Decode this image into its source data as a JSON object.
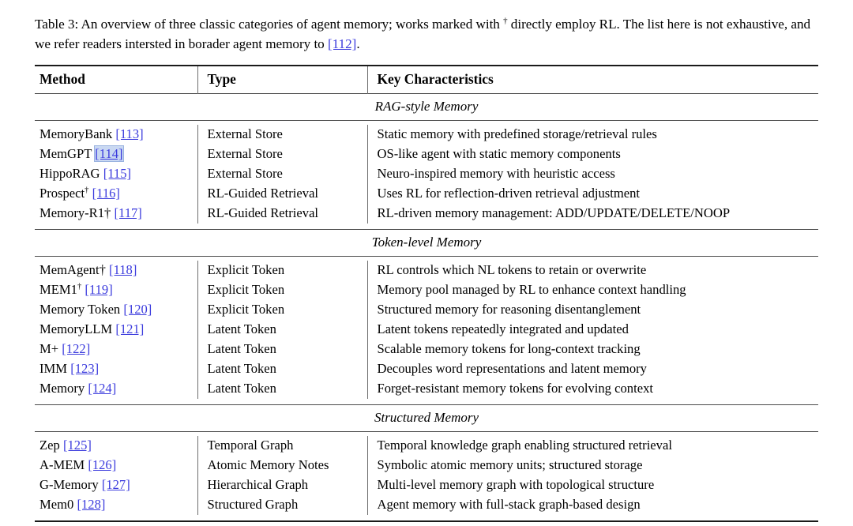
{
  "caption": {
    "line1_before": "Table 3: An overview of three classic categories of agent memory; works marked with ",
    "dagger": "†",
    "line1_after": " directly employ RL.",
    "line2_before": "The list here is not exhaustive, and we refer readers intersted in borader agent memory to ",
    "line2_cite": "[112]",
    "line2_after": "."
  },
  "table": {
    "columns": [
      "Method",
      "Type",
      "Key Characteristics"
    ],
    "sections": [
      {
        "label": "RAG-style Memory",
        "rows": [
          {
            "method_name": "MemoryBank",
            "dagger": "",
            "dagger_style": "none",
            "cite": "[113]",
            "cite_highlighted": false,
            "type": "External Store",
            "characteristics": "Static memory with predefined storage/retrieval rules"
          },
          {
            "method_name": "MemGPT",
            "dagger": "",
            "dagger_style": "none",
            "cite": "[114]",
            "cite_highlighted": true,
            "type": "External Store",
            "characteristics": "OS-like agent with static memory components"
          },
          {
            "method_name": "HippoRAG",
            "dagger": "",
            "dagger_style": "none",
            "cite": "[115]",
            "cite_highlighted": false,
            "type": "External Store",
            "characteristics": "Neuro-inspired memory with heuristic access"
          },
          {
            "method_name": "Prospect",
            "dagger": "†",
            "dagger_style": "super",
            "cite": "[116]",
            "cite_highlighted": false,
            "type": "RL-Guided Retrieval",
            "characteristics": "Uses RL for reflection-driven retrieval adjustment"
          },
          {
            "method_name": "Memory-R1",
            "dagger": "†",
            "dagger_style": "inline",
            "cite": "[117]",
            "cite_highlighted": false,
            "type": "RL-Guided Retrieval",
            "characteristics": "RL-driven memory management: ADD/UPDATE/DELETE/NOOP"
          }
        ]
      },
      {
        "label": "Token-level Memory",
        "rows": [
          {
            "method_name": "MemAgent",
            "dagger": "†",
            "dagger_style": "inline",
            "cite": "[118]",
            "cite_highlighted": false,
            "type": "Explicit Token",
            "characteristics": "RL controls which NL tokens to retain or overwrite"
          },
          {
            "method_name": "MEM1",
            "dagger": "†",
            "dagger_style": "super",
            "cite": "[119]",
            "cite_highlighted": false,
            "type": "Explicit Token",
            "characteristics": "Memory pool managed by RL to enhance context handling"
          },
          {
            "method_name": "Memory Token",
            "dagger": "",
            "dagger_style": "none",
            "cite": "[120]",
            "cite_highlighted": false,
            "type": "Explicit Token",
            "characteristics": "Structured memory for reasoning disentanglement"
          },
          {
            "method_name": "MemoryLLM",
            "dagger": "",
            "dagger_style": "none",
            "cite": "[121]",
            "cite_highlighted": false,
            "type": "Latent Token",
            "characteristics": "Latent tokens repeatedly integrated and updated"
          },
          {
            "method_name": "M+",
            "dagger": "",
            "dagger_style": "none",
            "cite": "[122]",
            "cite_highlighted": false,
            "type": "Latent Token",
            "characteristics": "Scalable memory tokens for long-context tracking"
          },
          {
            "method_name": "IMM",
            "dagger": "",
            "dagger_style": "none",
            "cite": "[123]",
            "cite_highlighted": false,
            "type": "Latent Token",
            "characteristics": "Decouples word representations and latent memory"
          },
          {
            "method_name": "Memory",
            "dagger": "",
            "dagger_style": "none",
            "cite": "[124]",
            "cite_highlighted": false,
            "type": "Latent Token",
            "characteristics": "Forget-resistant memory tokens for evolving context"
          }
        ]
      },
      {
        "label": "Structured Memory",
        "rows": [
          {
            "method_name": "Zep",
            "dagger": "",
            "dagger_style": "none",
            "cite": "[125]",
            "cite_highlighted": false,
            "type": "Temporal Graph",
            "characteristics": "Temporal knowledge graph enabling structured retrieval"
          },
          {
            "method_name": "A-MEM",
            "dagger": "",
            "dagger_style": "none",
            "cite": "[126]",
            "cite_highlighted": false,
            "type": "Atomic Memory Notes",
            "characteristics": "Symbolic atomic memory units; structured storage"
          },
          {
            "method_name": "G-Memory",
            "dagger": "",
            "dagger_style": "none",
            "cite": "[127]",
            "cite_highlighted": false,
            "type": "Hierarchical Graph",
            "characteristics": "Multi-level memory graph with topological structure"
          },
          {
            "method_name": "Mem0",
            "dagger": "",
            "dagger_style": "none",
            "cite": "[128]",
            "cite_highlighted": false,
            "type": "Structured Graph",
            "characteristics": "Agent memory with full-stack graph-based design"
          }
        ]
      }
    ]
  },
  "colors": {
    "citation_link": "#3b3bdd",
    "citation_highlight": "#c9d8f2",
    "rule": "#1a1a1a",
    "text": "#000000"
  }
}
